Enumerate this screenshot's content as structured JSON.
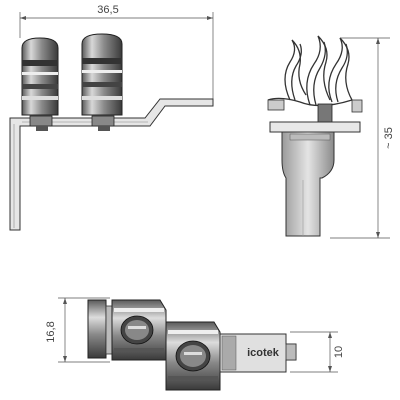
{
  "dimensions": {
    "width": "36,5",
    "height": "~ 35",
    "depth": "16,8",
    "connector_height": "10"
  },
  "logo": "icotek"
}
